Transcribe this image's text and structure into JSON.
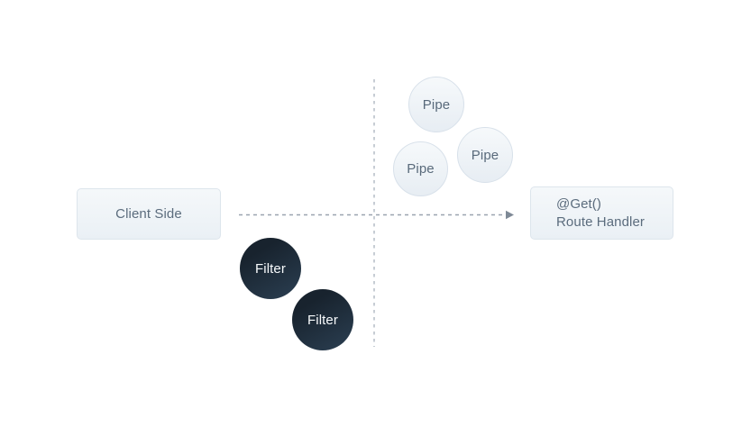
{
  "diagram": {
    "background": "#ffffff",
    "nodes": {
      "client": {
        "label": "Client Side"
      },
      "route": {
        "decorator": "@Get()",
        "name": "Route Handler"
      },
      "pipes": [
        {
          "label": "Pipe"
        },
        {
          "label": "Pipe"
        },
        {
          "label": "Pipe"
        }
      ],
      "filters": [
        {
          "label": "Filter"
        },
        {
          "label": "Filter"
        }
      ]
    },
    "connectors": {
      "flow_arrow": "client-to-route-handler",
      "divider": "vertical-dashed-line"
    },
    "colors": {
      "node_fill_top": "#f5f8fa",
      "node_fill_bottom": "#eaf0f5",
      "node_border": "#dde5ec",
      "node_text": "#5b6c7d",
      "pipe_border": "#d8e1ea",
      "pipe_text": "#596a7b",
      "filter_fill_dark": "#18232e",
      "filter_fill_light": "#2b3f52",
      "filter_text": "#f7fafc",
      "flow_line": "#9aa4af",
      "arrowhead": "#7e8996",
      "divider_line": "#c7cdd4"
    }
  }
}
